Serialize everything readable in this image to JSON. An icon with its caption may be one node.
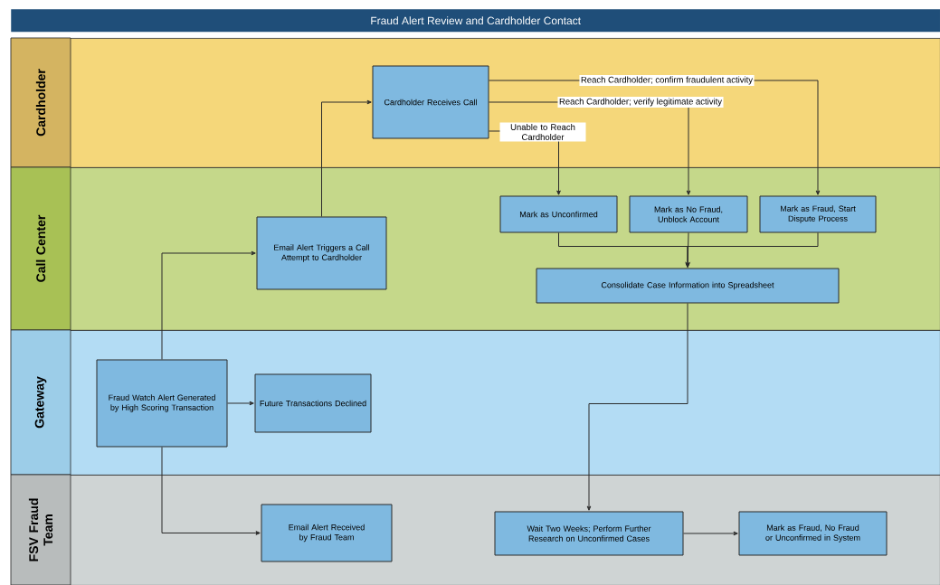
{
  "diagram": {
    "title": "Fraud Alert Review and Cardholder Contact",
    "nodes": [
      {
        "text": [
          "Cardholder"
        ]
      },
      {
        "text": [
          "Cardholder Receives Call"
        ],
        "in": 0
      },
      {
        "text": [
          "Call Center"
        ]
      },
      {
        "text": [
          "Email Alert Triggers a Call Attempt to Cardholder"
        ],
        "in": 2
      },
      {
        "text": [
          "Mark as Unconfirmed"
        ],
        "in": 2
      },
      {
        "text": [
          "Mark as No Fraud, Unblock Account"
        ],
        "in": 2
      },
      {
        "text": [
          "Mark as Fraud, Start Dispute Process"
        ],
        "in": 2
      },
      {
        "text": [
          "Consolidate Case Information into Spreadsheet"
        ],
        "in": 2
      },
      {
        "text": [
          "Gateway"
        ]
      },
      {
        "text": [
          "Fraud Watch Alert Generated by High Scoring Transaction"
        ],
        "in": 8
      },
      {
        "text": [
          "Future Transactions Declined"
        ],
        "in": 8
      },
      {
        "text": [
          "FSV Fraud Team"
        ]
      },
      {
        "text": [
          "Email Alert Received by Fraud Team"
        ],
        "in": 11
      },
      {
        "text": [
          "Wait Two Weeks; Perform Further Research on Unconfirmed Cases"
        ],
        "in": 11
      },
      {
        "text": [
          "Mark as Fraud, No Fraud or Unconfirmed in System"
        ],
        "in": 11
      }
    ],
    "edges": [
      {
        "from": 9,
        "to": 3,
        "arrow": "to"
      },
      {
        "from": 9,
        "to": 10,
        "arrow": "to"
      },
      {
        "from": 9,
        "to": 12,
        "arrow": "to"
      },
      {
        "from": 3,
        "to": 1,
        "arrow": "to"
      },
      {
        "from": 1,
        "to": 6,
        "arrow": "to",
        "label": "Reach Cardholder; confirm fraudulent activity"
      },
      {
        "from": 1,
        "to": 5,
        "arrow": "to",
        "label": "Reach Cardholder; verify legitimate activity"
      },
      {
        "from": 1,
        "to": 4,
        "arrow": "to",
        "label": "Unable to Reach Cardholder"
      },
      {
        "from": 4,
        "to": 7,
        "arrow": "to"
      },
      {
        "from": 5,
        "to": 7,
        "arrow": "to"
      },
      {
        "from": 6,
        "to": 7,
        "arrow": "to"
      },
      {
        "from": 7,
        "to": 13,
        "arrow": "to"
      },
      {
        "from": 13,
        "to": 14,
        "arrow": "to"
      }
    ]
  }
}
